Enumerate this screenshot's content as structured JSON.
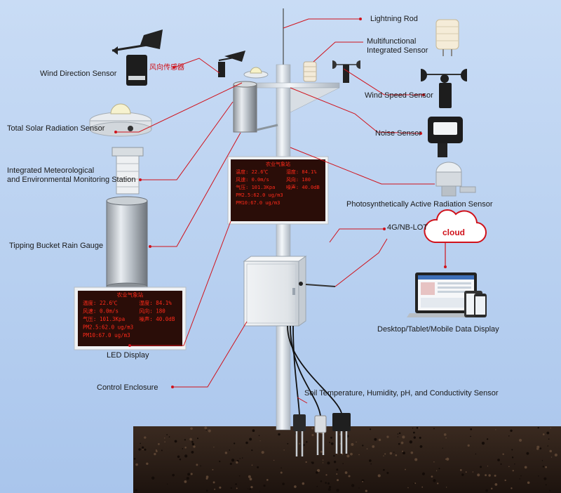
{
  "labels": {
    "lightning_rod": "Lightning Rod",
    "multifunctional_line1": "Multifunctional",
    "multifunctional_line2": "Integrated Sensor",
    "wind_direction": "Wind Direction Sensor",
    "wind_direction_cn": "风向传感器",
    "wind_speed": "Wind Speed Sensor",
    "total_solar": "Total Solar Radiation Sensor",
    "noise": "Noise Sensor",
    "integrated_line1": "Integrated Meteorological",
    "integrated_line2": "and Environmental Monitoring Station",
    "par": "Photosynthetically Active Radiation Sensor",
    "network": "4G/NB-LOT",
    "cloud": "cloud",
    "tipping_bucket": "Tipping Bucket Rain Gauge",
    "devices": "Desktop/Tablet/Mobile Data Display",
    "led_display": "LED Display",
    "control_enclosure": "Control Enclosure",
    "soil": "Soil Temperature, Humidity, pH, and Conductivity Sensor"
  },
  "led_board": {
    "title": "农业气象站",
    "rows": [
      [
        "温度: 22.6℃",
        "湿度: 84.1%"
      ],
      [
        "风速: 0.0m/s",
        "风向: 180"
      ],
      [
        "气压: 101.3Kpa",
        "噪声: 40.0dB"
      ]
    ],
    "pm_rows": [
      "PM2.5:62.0 ug/m3",
      "PM10:67.0 ug/m3"
    ]
  },
  "colors": {
    "accent_red": "#d0121b",
    "led_red": "#ff2a1a",
    "led_bg": "#2a0d08",
    "pole": "#e4e9ef",
    "soil": "#2b1d16"
  }
}
